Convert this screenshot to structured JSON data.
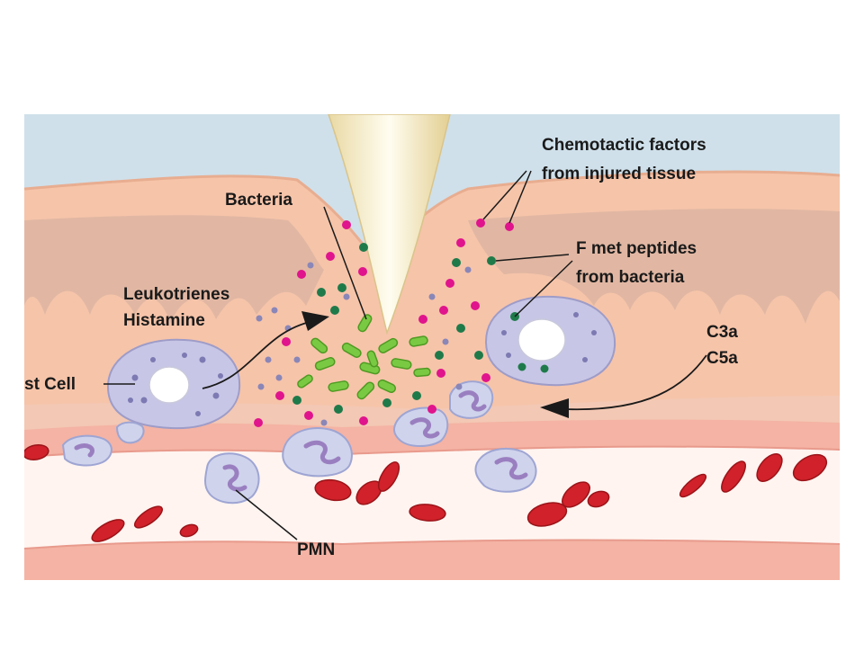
{
  "labels": {
    "chemotactic_line1": "Chemotactic factors",
    "chemotactic_line2": "from injured tissue",
    "bacteria": "Bacteria",
    "fmet_line1": "F met peptides",
    "fmet_line2": "from bacteria",
    "leukotrienes": "Leukotrienes",
    "histamine": "Histamine",
    "c3a": "C3a",
    "c5a": "C5a",
    "mast_cell": "st Cell",
    "pmn": "PMN"
  },
  "colors": {
    "sky": "#cfe0ea",
    "tissue": "#f6c4a9",
    "tissue_dark": "#e8ad90",
    "dermis": "#ddb5a2",
    "vessel_wall": "#f4b3a4",
    "vessel_lumen": "#fff4f0",
    "rbc": "#d1212a",
    "mast_cell": "#c7c6e6",
    "pmn": "#cfd3ec",
    "bacteria": "#7ac943",
    "chemotactic_dot": "#e0148c",
    "fmet_dot": "#1f7a4a",
    "mediator_dot": "#8a86b8",
    "needle": "#fbf6d6"
  }
}
